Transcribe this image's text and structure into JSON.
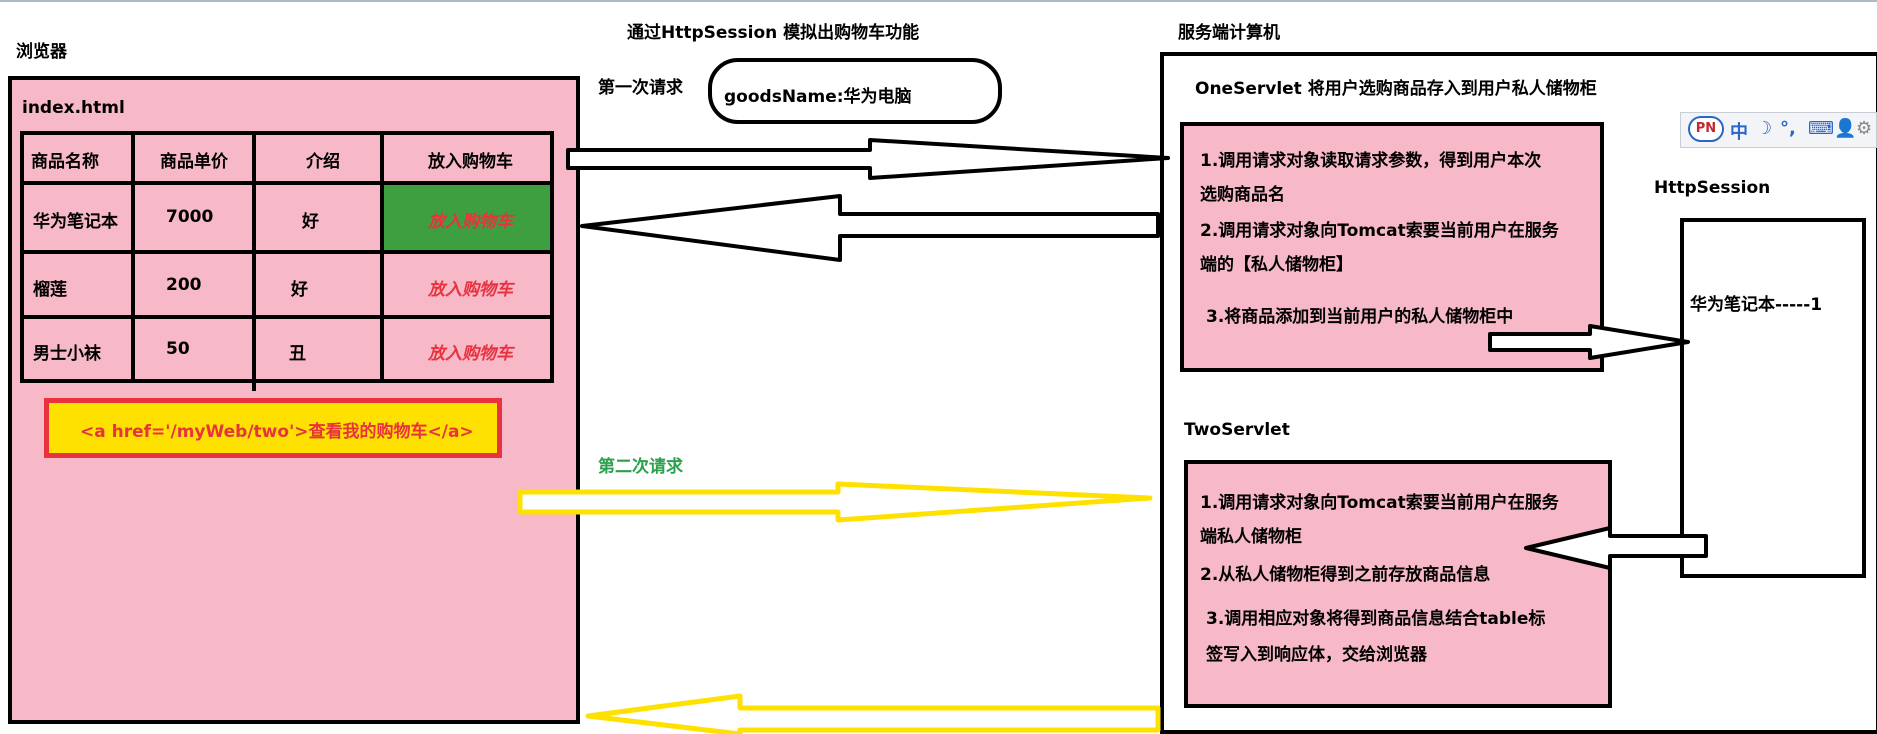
{
  "header": {
    "title": "通过HttpSession 模拟出购物车功能",
    "server_label": "服务端计算机",
    "browser_label": "浏览器"
  },
  "browser": {
    "page": "index.html",
    "table": {
      "headers": [
        "商品名称",
        "商品单价",
        "介绍",
        "放入购物车"
      ],
      "rows": [
        [
          "华为笔记本",
          "7000",
          "好",
          "放入购物车"
        ],
        [
          "榴莲",
          "200",
          "好",
          "放入购物车"
        ],
        [
          "男士小袜",
          "50",
          "丑",
          "放入购物车"
        ]
      ]
    },
    "link": "<a href='/myWeb/two'>查看我的购物车</a>"
  },
  "requests": {
    "first_label": "第一次请求",
    "first_param": "goodsName:华为电脑",
    "second_label": "第二次请求"
  },
  "one_servlet": {
    "title": "OneServlet 将用户选购商品存入到用户私人储物柜",
    "lines": [
      "1.调用请求对象读取请求参数，得到用户本次",
      "选购商品名",
      "2.调用请求对象向Tomcat索要当前用户在服务",
      "端的【私人储物柜】",
      "3.将商品添加到当前用户的私人储物柜中"
    ]
  },
  "session": {
    "title": "HttpSession",
    "item": "华为笔记本-----1"
  },
  "two_servlet": {
    "title": "TwoServlet",
    "lines": [
      "1.调用请求对象向Tomcat索要当前用户在服务",
      "端私人储物柜",
      "2.从私人储物柜得到之前存放商品信息",
      "3.调用相应对象将得到商品信息结合table标",
      "签写入到响应体，交给浏览器"
    ]
  },
  "ime": {
    "logo": "PN",
    "glyphs": [
      "中",
      "☽",
      "°,",
      "⌨",
      "👤",
      "⚙"
    ]
  },
  "colors": {
    "pink": "#f7b8c8",
    "green_cell": "#3e9f40",
    "red_text": "#e8333f",
    "yellow": "#ffe100",
    "green_text": "#2da04f"
  }
}
